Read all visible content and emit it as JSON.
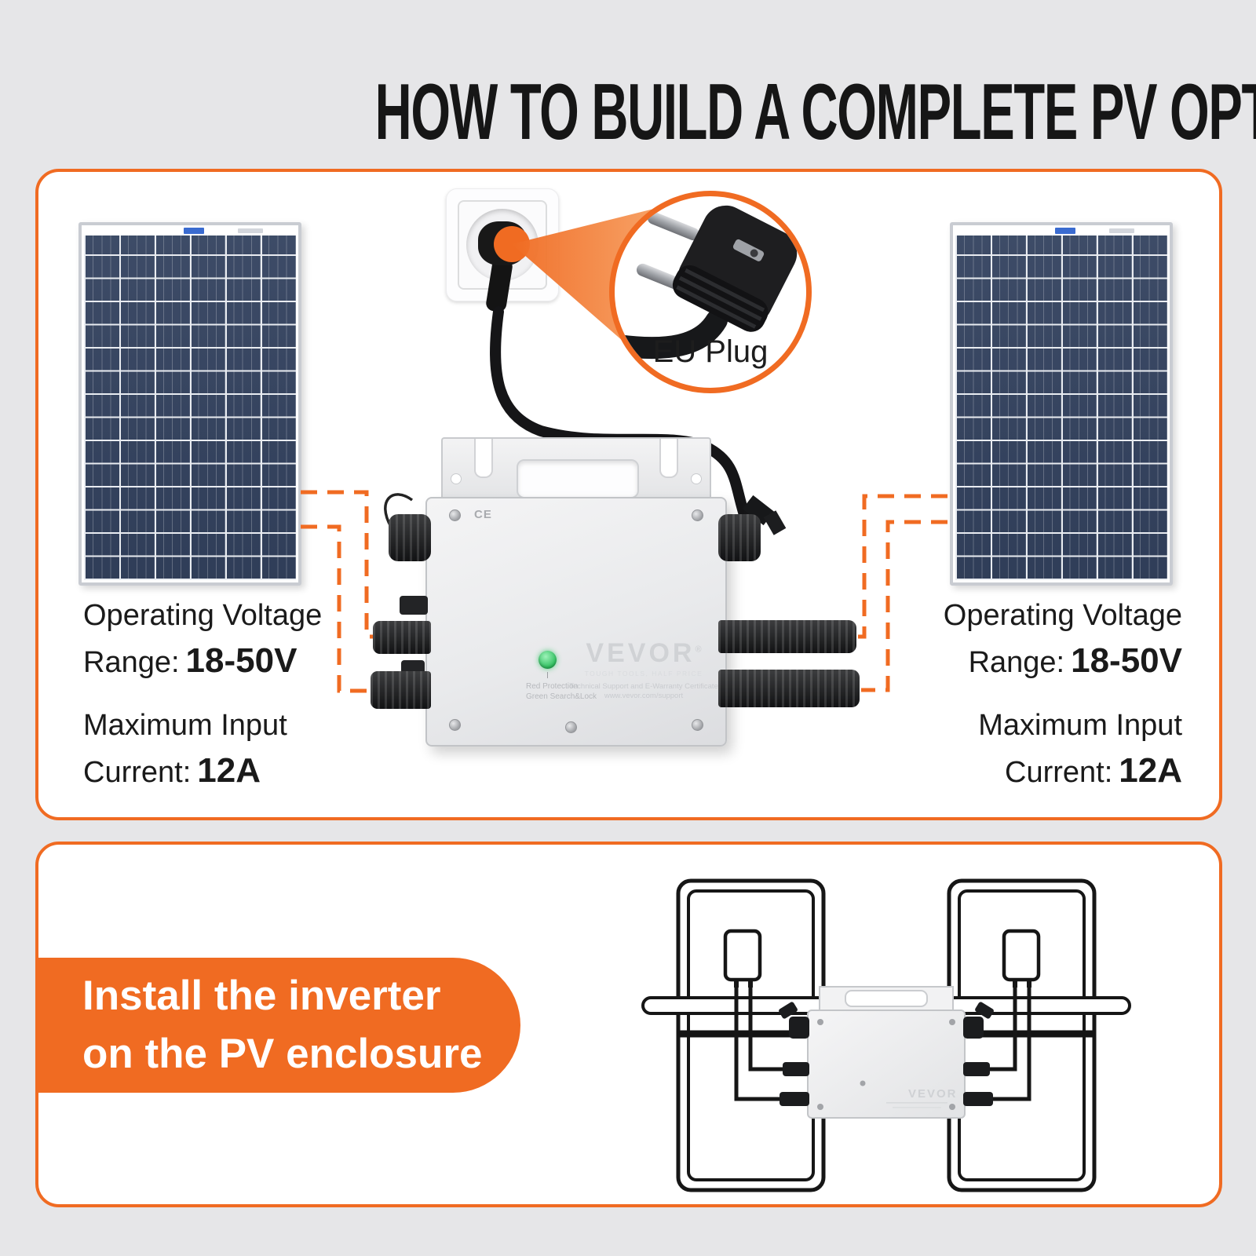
{
  "page": {
    "title": "HOW TO BUILD A COMPLETE PV OPTIMIZATION SYSTEM"
  },
  "colors": {
    "accent": "#F06B22",
    "led_green": "#3ECB70",
    "panel_blue": "#33425F"
  },
  "callout": {
    "label": "EU Plug"
  },
  "inverter": {
    "brand": "VEVOR",
    "brand_mark": "®",
    "tagline": "TOUGH TOOLS, HALF PRICE",
    "support_line1": "Technical Support and E-Warranty Certificate",
    "support_line2": "www.vevor.com/support",
    "led_caption1": "Red Protection",
    "led_caption2": "Green Search&Lock",
    "ce_mark": "CE"
  },
  "specs": {
    "left": {
      "l1": "Operating Voltage",
      "l2_label": "Range:",
      "l2_value": "18-50V",
      "l3": "Maximum Input",
      "l4_label": "Current:",
      "l4_value": "12A"
    },
    "right": {
      "l1": "Operating Voltage",
      "l2_label": "Range:",
      "l2_value": "18-50V",
      "l3": "Maximum Input",
      "l4_label": "Current:",
      "l4_value": "12A"
    }
  },
  "step": {
    "line1": "Install the inverter",
    "line2": "on the PV enclosure"
  },
  "diagram": {
    "inverter_brand": "VEVOR"
  }
}
